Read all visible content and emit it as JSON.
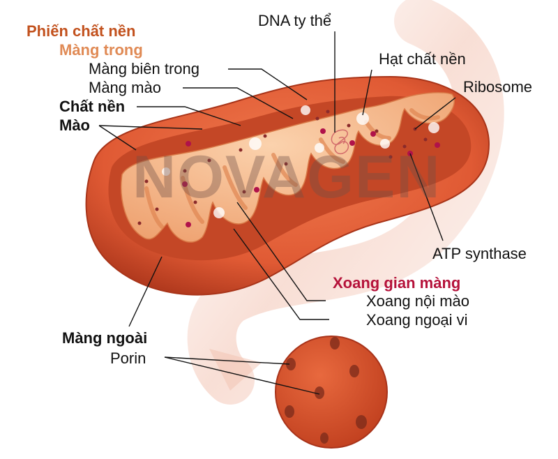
{
  "watermark": "NOVAGEN",
  "labels": {
    "phien_chat_nen": "Phiến chất nền",
    "mang_trong": "Màng trong",
    "mang_bien_trong": "Màng biên trong",
    "mang_mao": "Màng mào",
    "chat_nen": "Chất nền",
    "mao": "Mào",
    "dna_ty_the": "DNA ty thể",
    "hat_chat_nen": "Hạt chất nền",
    "ribosome": "Ribosome",
    "atp_synthase": "ATP synthase",
    "xoang_gian_mang": "Xoang gian màng",
    "xoang_noi_mao": "Xoang nội mào",
    "xoang_ngoai_vi": "Xoang ngoại vi",
    "mang_ngoai": "Màng ngoài",
    "porin": "Porin"
  },
  "colors": {
    "outer_membrane": "#e2603a",
    "outer_membrane_dark": "#b83a1f",
    "interior": "#c94a2a",
    "cristae": "#f2a878",
    "matrix": "#f6c9a4",
    "atp_synthase": "#b0124a",
    "header_orange_dark": "#c2511d",
    "header_orange_light": "#e08a55",
    "header_red": "#b5123a"
  }
}
